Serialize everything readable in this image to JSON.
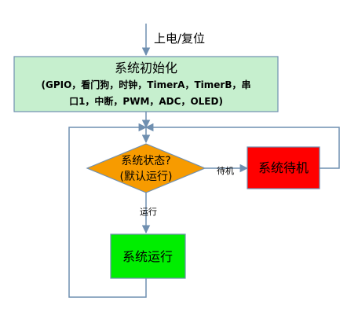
{
  "start_label": "上电/复位",
  "init_block": {
    "title": "系统初始化",
    "detail_line1": "(GPIO，看门狗，时钟，TimerA，TimerB，串",
    "detail_line2": "口1，中断，PWM，ADC，OLED)",
    "color": "#c6efce"
  },
  "decision": {
    "line1": "系统状态?",
    "line2": "(默认运行)",
    "color": "#f79b00"
  },
  "standby_edge_label": "待机",
  "run_edge_label": "运行",
  "standby_block": {
    "label": "系统待机",
    "color": "#ff0000"
  },
  "run_block": {
    "label": "系统运行",
    "color": "#00ee00"
  },
  "connector_color": "#6f8fb0"
}
